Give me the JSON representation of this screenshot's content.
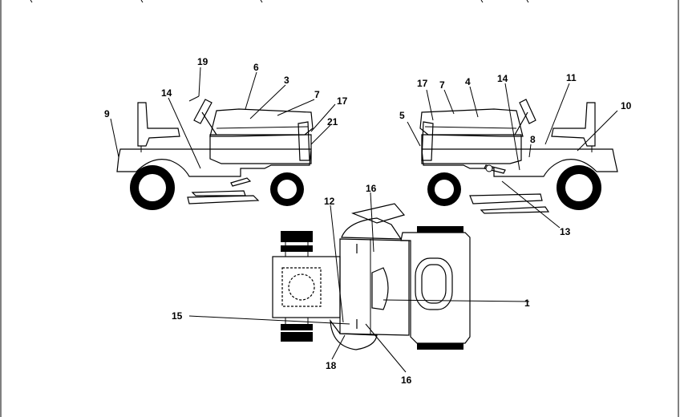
{
  "labels": {
    "left_view": [
      "19",
      "6",
      "3",
      "7",
      "17",
      "21",
      "14",
      "9"
    ],
    "right_view": [
      "17",
      "7",
      "4",
      "14",
      "11",
      "10",
      "5",
      "8",
      "13"
    ],
    "top_view": [
      "16",
      "12",
      "15",
      "1",
      "18",
      "16"
    ]
  },
  "colors": {
    "ink": "#000000",
    "paper": "#ffffff"
  }
}
